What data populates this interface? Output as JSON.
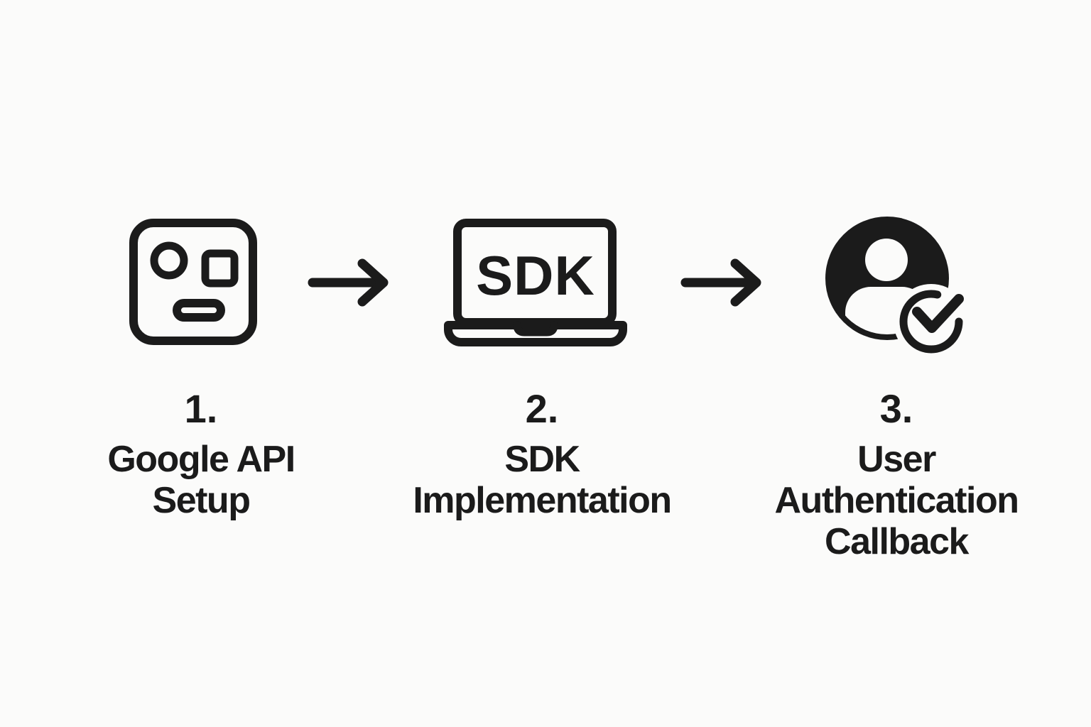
{
  "page": {
    "background_color": "#fbfbfa",
    "ink_color": "#1b1b1b",
    "type": "process-flow-diagram"
  },
  "diagram": {
    "steps": [
      {
        "number": "1.",
        "title": "Google API\nSetup",
        "icon": "api-console-icon"
      },
      {
        "number": "2.",
        "title": "SDK\nImplementation",
        "icon": "sdk-laptop-icon",
        "icon_text": "SDK"
      },
      {
        "number": "3.",
        "title": "User\nAuthentication\nCallback",
        "icon": "user-check-icon"
      }
    ],
    "connectors": [
      {
        "icon": "arrow-right-icon",
        "from": "step-1",
        "to": "step-2"
      },
      {
        "icon": "arrow-right-icon",
        "from": "step-2",
        "to": "step-3"
      }
    ]
  }
}
